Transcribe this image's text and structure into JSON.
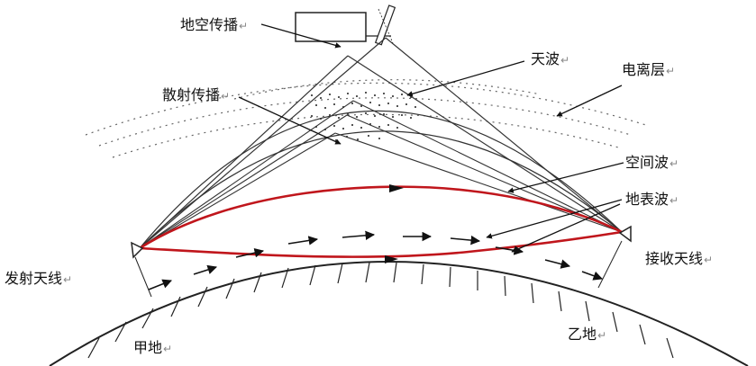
{
  "labels": {
    "ground_space": "地空传播",
    "sky_wave": "天波",
    "ionosphere": "电离层",
    "scatter": "散射传播",
    "space_wave": "空间波",
    "surface_wave": "地表波",
    "tx_antenna": "发射天线",
    "rx_antenna": "接收天线",
    "place_a": "甲地",
    "place_b": "乙地"
  },
  "return_mark": "↵",
  "colors": {
    "surface_wave": "#c0161c",
    "lines": "#222222",
    "text": "#111111"
  }
}
